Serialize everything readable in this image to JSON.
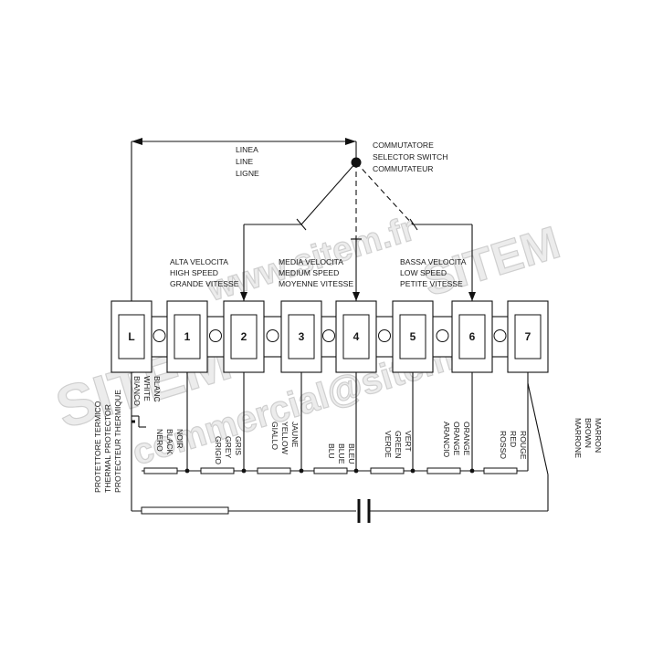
{
  "line_label": [
    "LINEA",
    "LINE",
    "LIGNE"
  ],
  "selector_label": [
    "COMMUTATORE",
    "SELECTOR SWITCH",
    "COMMUTATEUR"
  ],
  "speeds": {
    "high": [
      "ALTA VELOCITA",
      "HIGH SPEED",
      "GRANDE VITESSE"
    ],
    "medium": [
      "MEDIA VELOCITA",
      "MEDIUM SPEED",
      "MOYENNE VITESSE"
    ],
    "low": [
      "BASSA VELOCITA",
      "LOW SPEED",
      "PETITE VITESSE"
    ]
  },
  "terminals": [
    "L",
    "1",
    "2",
    "3",
    "4",
    "5",
    "6",
    "7"
  ],
  "thermal_protector": [
    "PROTETTORE TERMICO",
    "THERMAL PROTECTOR",
    "PROTECTEUR THERMIQUE"
  ],
  "wires": {
    "white": [
      "BIANCO",
      "WHITE",
      "BLANC"
    ],
    "black": [
      "NERO",
      "BLACK",
      "NOIR"
    ],
    "grey": [
      "GRIGIO",
      "GREY",
      "GRIS"
    ],
    "yellow": [
      "GIALLO",
      "YELLOW",
      "JAUNE"
    ],
    "blue": [
      "BLU",
      "BLUE",
      "BLEU"
    ],
    "green": [
      "VERDE",
      "GREEN",
      "VERT"
    ],
    "orange": [
      "ARANCIO",
      "ORANGE",
      "ORANGE"
    ],
    "red": [
      "ROSSO",
      "RED",
      "ROUGE"
    ],
    "brown": [
      "MARRONE",
      "BROWN",
      "MARRON"
    ]
  },
  "watermarks": [
    "www.sitem.fr",
    "SITEM",
    "commercial@sitem.fr"
  ]
}
